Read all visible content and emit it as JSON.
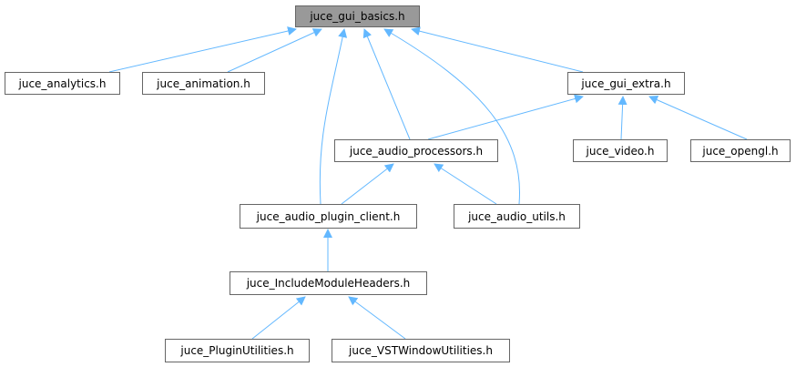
{
  "colors": {
    "edge": "#63b8ff",
    "root_fill": "#999999",
    "node_border": "#666666"
  },
  "nodes": [
    {
      "id": "gui_basics",
      "label": "juce_gui_basics.h",
      "root": true
    },
    {
      "id": "analytics",
      "label": "juce_analytics.h"
    },
    {
      "id": "animation",
      "label": "juce_animation.h"
    },
    {
      "id": "gui_extra",
      "label": "juce_gui_extra.h"
    },
    {
      "id": "audio_processors",
      "label": "juce_audio_processors.h"
    },
    {
      "id": "video",
      "label": "juce_video.h"
    },
    {
      "id": "opengl",
      "label": "juce_opengl.h"
    },
    {
      "id": "plugin_client",
      "label": "juce_audio_plugin_client.h"
    },
    {
      "id": "audio_utils",
      "label": "juce_audio_utils.h"
    },
    {
      "id": "include_module_headers",
      "label": "juce_IncludeModuleHeaders.h"
    },
    {
      "id": "plugin_utilities",
      "label": "juce_PluginUtilities.h"
    },
    {
      "id": "vst_window_utilities",
      "label": "juce_VSTWindowUtilities.h"
    }
  ],
  "edges": [
    {
      "from": "analytics",
      "to": "gui_basics"
    },
    {
      "from": "animation",
      "to": "gui_basics"
    },
    {
      "from": "plugin_client",
      "to": "gui_basics"
    },
    {
      "from": "audio_processors",
      "to": "gui_basics"
    },
    {
      "from": "audio_utils",
      "to": "gui_basics"
    },
    {
      "from": "gui_extra",
      "to": "gui_basics"
    },
    {
      "from": "audio_processors",
      "to": "gui_extra"
    },
    {
      "from": "video",
      "to": "gui_extra"
    },
    {
      "from": "opengl",
      "to": "gui_extra"
    },
    {
      "from": "plugin_client",
      "to": "audio_processors"
    },
    {
      "from": "audio_utils",
      "to": "audio_processors"
    },
    {
      "from": "include_module_headers",
      "to": "plugin_client"
    },
    {
      "from": "plugin_utilities",
      "to": "include_module_headers"
    },
    {
      "from": "vst_window_utilities",
      "to": "include_module_headers"
    }
  ]
}
